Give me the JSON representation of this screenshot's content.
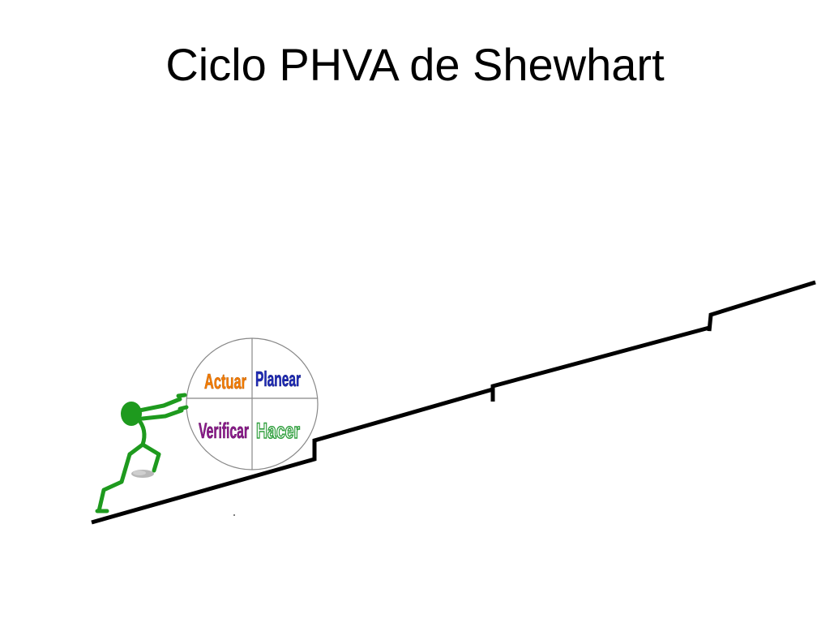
{
  "slide": {
    "title": "Ciclo PHVA de Shewhart"
  },
  "cycle_wheel": {
    "quadrants": [
      {
        "label": "Actuar",
        "color": "#f57c00"
      },
      {
        "label": "Planear",
        "color": "#1f2bb5"
      },
      {
        "label": "Verificar",
        "color": "#8b1a8b"
      },
      {
        "label": "Hacer",
        "color": "#2e9e3c"
      }
    ]
  },
  "figure": {
    "color": "#1e9a1e",
    "icon": "pushing-person-icon"
  },
  "staircase": {
    "color": "#000000",
    "icon": "rising-staircase-line"
  }
}
